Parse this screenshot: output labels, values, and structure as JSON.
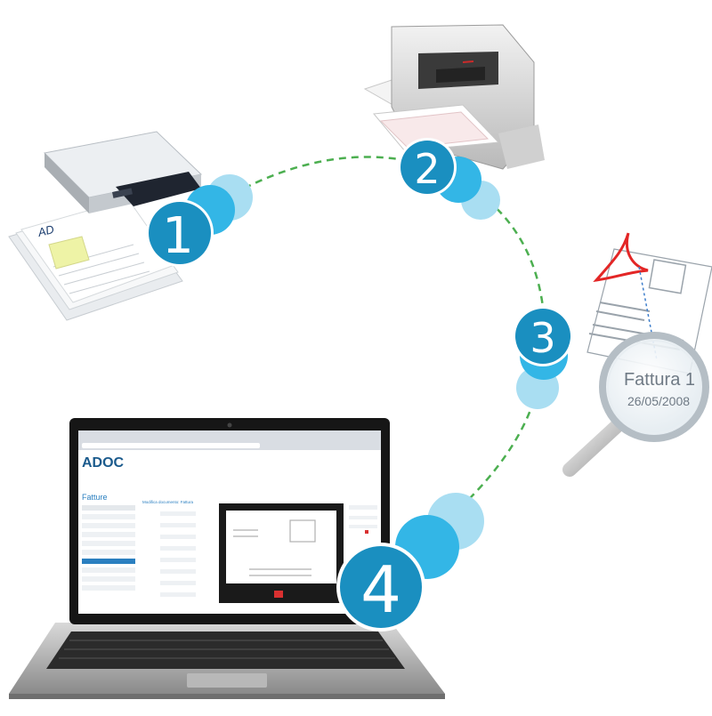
{
  "colors": {
    "step_blue": "#1a8fc0",
    "step_mid": "#33b6e6",
    "step_light": "#a9def2",
    "path_dash": "#4caf50",
    "pdf_red": "#e32626"
  },
  "steps": [
    {
      "number": "1",
      "device": "flatbed-scanner"
    },
    {
      "number": "2",
      "device": "document-feeder-scanner"
    },
    {
      "number": "3",
      "device": "pdf-invoice-recognition"
    },
    {
      "number": "4",
      "device": "laptop-adoc"
    }
  ],
  "document_stack": {
    "logo_text": "AD"
  },
  "magnifier": {
    "title": "Fattura 1",
    "date": "26/05/2008"
  },
  "laptop": {
    "logo": "ADOC",
    "page_title": "Fatture",
    "panel_title": "Modifica documento: Fattura"
  }
}
